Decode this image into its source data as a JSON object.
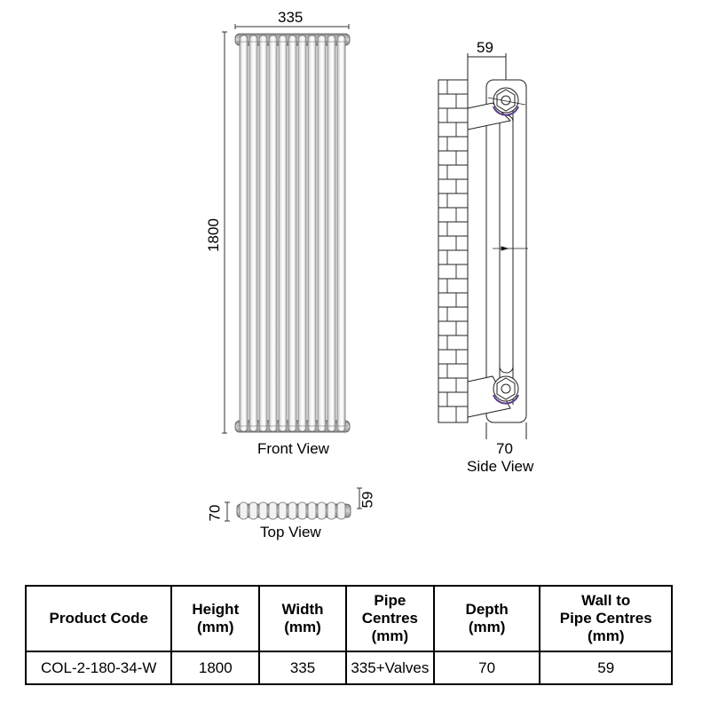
{
  "diagram": {
    "front_view": {
      "label": "Front View",
      "width_dim": "335",
      "height_dim": "1800",
      "columns": 11
    },
    "side_view": {
      "label": "Side View",
      "wall_to_pipe_dim": "59",
      "depth_dim": "70"
    },
    "top_view": {
      "label": "Top View",
      "depth_dim": "70",
      "wall_to_pipe_dim": "59"
    }
  },
  "table": {
    "headers": [
      {
        "lines": [
          "Product Code"
        ]
      },
      {
        "lines": [
          "Height",
          "(mm)"
        ]
      },
      {
        "lines": [
          "Width",
          "(mm)"
        ]
      },
      {
        "lines": [
          "Pipe Centres",
          "(mm)"
        ]
      },
      {
        "lines": [
          "Depth",
          "(mm)"
        ]
      },
      {
        "lines": [
          "Wall to",
          "Pipe Centres",
          "(mm)"
        ]
      }
    ],
    "rows": [
      [
        "COL-2-180-34-W",
        "1800",
        "335",
        "335+Valves",
        "70",
        "59"
      ]
    ]
  }
}
